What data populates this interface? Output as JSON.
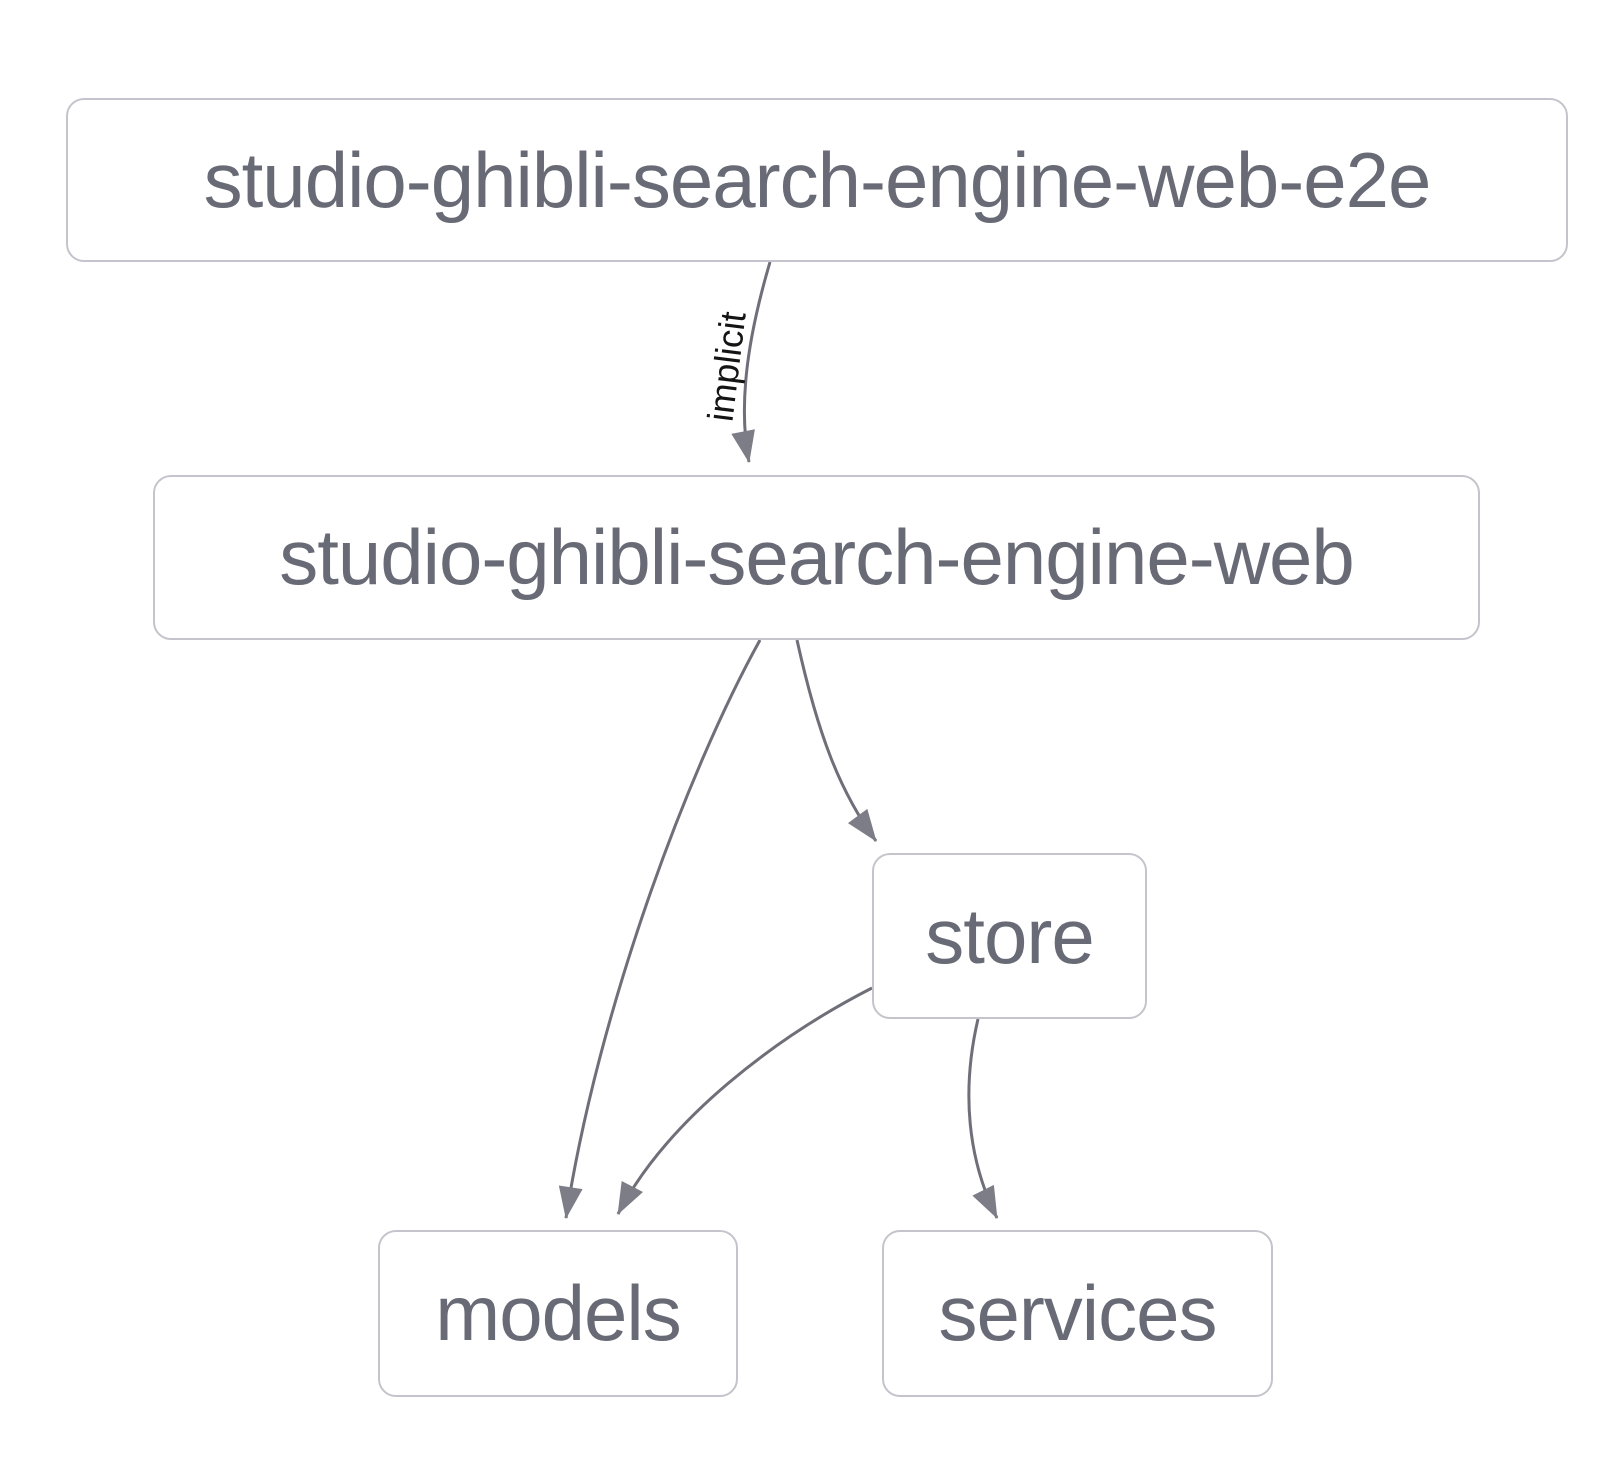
{
  "diagram": {
    "type": "dependency-graph",
    "nodes": [
      {
        "id": "studio-ghibli-search-engine-web-e2e",
        "label": "studio-ghibli-search-engine-web-e2e"
      },
      {
        "id": "studio-ghibli-search-engine-web",
        "label": "studio-ghibli-search-engine-web"
      },
      {
        "id": "store",
        "label": "store"
      },
      {
        "id": "models",
        "label": "models"
      },
      {
        "id": "services",
        "label": "services"
      }
    ],
    "edges": [
      {
        "from": "studio-ghibli-search-engine-web-e2e",
        "to": "studio-ghibli-search-engine-web",
        "label": "implicit"
      },
      {
        "from": "studio-ghibli-search-engine-web",
        "to": "store",
        "label": ""
      },
      {
        "from": "studio-ghibli-search-engine-web",
        "to": "models",
        "label": ""
      },
      {
        "from": "store",
        "to": "models",
        "label": ""
      },
      {
        "from": "store",
        "to": "services",
        "label": ""
      }
    ],
    "colors": {
      "background": "#ffffff",
      "node_fill": "#ffffff",
      "node_border": "#c5c4cc",
      "node_text": "#686b76",
      "edge_stroke": "#6f6f79",
      "arrowhead_fill": "#7d7d87",
      "edge_label_text": "#141414"
    }
  }
}
